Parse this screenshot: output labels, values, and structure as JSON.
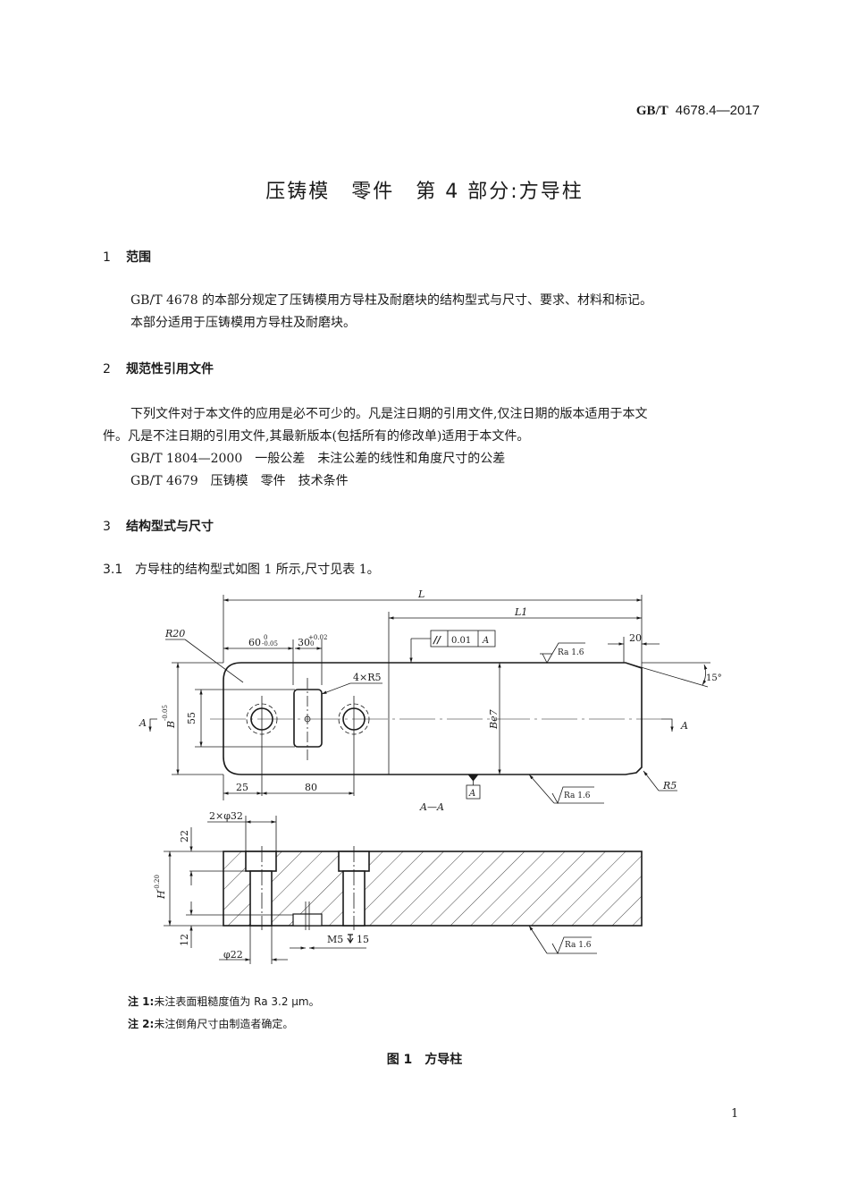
{
  "header": {
    "standard_prefix": "GB/T",
    "standard_number": "4678.4—2017"
  },
  "title": "压铸模　零件　第 4 部分:方导柱",
  "sections": [
    {
      "number": "1",
      "heading": "范围",
      "paragraphs": [
        "GB/T 4678 的本部分规定了压铸模用方导柱及耐磨块的结构型式与尺寸、要求、材料和标记。",
        "本部分适用于压铸模用方导柱及耐磨块。"
      ]
    },
    {
      "number": "2",
      "heading": "规范性引用文件",
      "paragraphs": [
        "下列文件对于本文件的应用是必不可少的。凡是注日期的引用文件,仅注日期的版本适用于本文",
        "件。凡是不注日期的引用文件,其最新版本(包括所有的修改单)适用于本文件。",
        "GB/T 1804—2000　一般公差　未注公差的线性和角度尺寸的公差",
        "GB/T 4679　压铸模　零件　技术条件"
      ]
    },
    {
      "number": "3",
      "heading": "结构型式与尺寸",
      "subsections": [
        {
          "number": "3.1",
          "text": "方导柱的结构型式如图 1 所示,尺寸见表 1。"
        }
      ]
    }
  ],
  "figure": {
    "top_view": {
      "dim_L": "L",
      "dim_L1": "L1",
      "dim_R20": "R20",
      "dim_60": "60",
      "dim_60_tol_upper": "0",
      "dim_60_tol_lower": "-0.05",
      "dim_30": "30",
      "dim_30_tol_upper": "+0.02",
      "dim_30_tol_lower": "0",
      "dim_4xR5": "4×R5",
      "dim_B": "B",
      "dim_B_tol_upper": "0",
      "dim_B_tol_lower": "-0.05",
      "dim_55": "55",
      "dim_25": "25",
      "dim_80": "80",
      "dim_Be7": "Be7",
      "dim_20": "20",
      "dim_15deg": "15°",
      "dim_R5": "R5",
      "parallelism_symbol": "//",
      "parallelism_value": "0.01",
      "parallelism_datum": "A",
      "datum_label": "A",
      "roughness_top": "Ra 1.6",
      "roughness_bottom": "Ra 1.6",
      "section_mark_left": "A",
      "section_mark_right": "A"
    },
    "section_view": {
      "label": "A—A",
      "dim_2xphi32": "2×φ32",
      "dim_22": "22",
      "dim_H": "H",
      "dim_H_tol_upper": "0",
      "dim_H_tol_lower": "-0.20",
      "dim_12": "12",
      "dim_phi22": "φ22",
      "dim_M5": "M5",
      "dim_M5_depth": "15",
      "roughness": "Ra 1.6"
    },
    "notes": [
      {
        "label": "注 1:",
        "text": "未注表面粗糙度值为 Ra 3.2 μm。"
      },
      {
        "label": "注 2:",
        "text": "未注倒角尺寸由制造者确定。"
      }
    ],
    "caption": "图 1　方导柱"
  },
  "page_number": "1"
}
